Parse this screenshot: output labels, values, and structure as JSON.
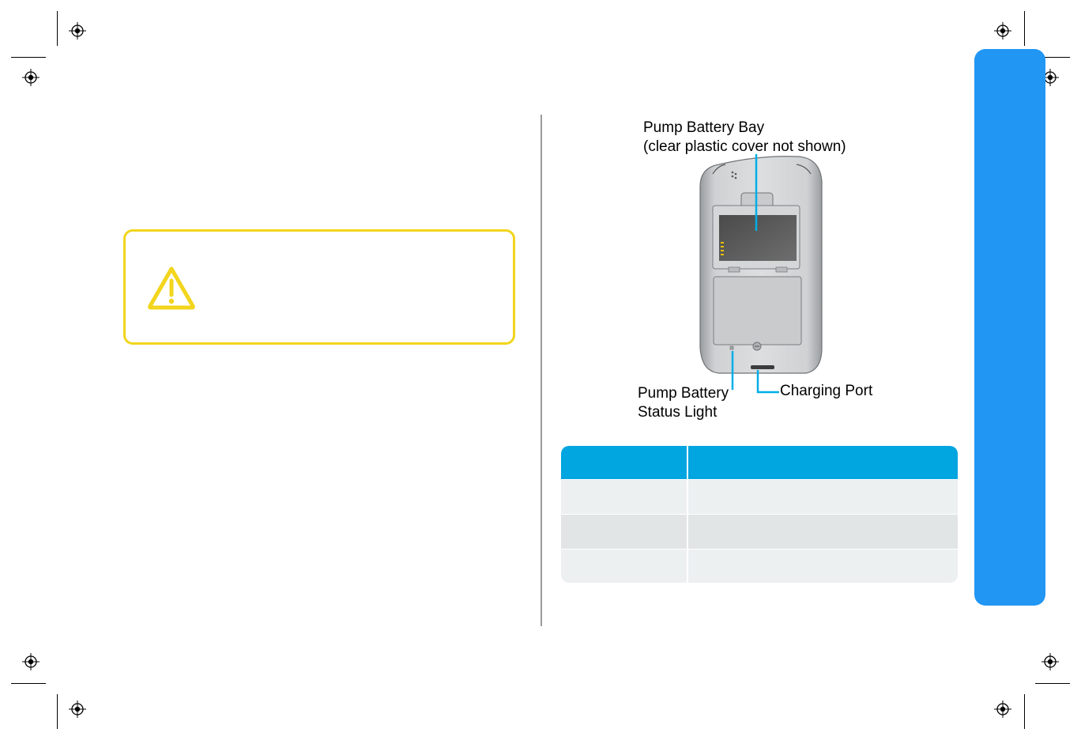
{
  "figure": {
    "label_battery_bay_line1": "Pump Battery Bay",
    "label_battery_bay_line2": "(clear plastic cover not shown)",
    "label_status_light_line1": "Pump Battery",
    "label_status_light_line2": "Status Light",
    "label_charging_port": "Charging Port"
  },
  "caution": {
    "icon": "warning-triangle-icon"
  },
  "status_table": {
    "header": [
      "",
      ""
    ],
    "rows": [
      [
        "",
        ""
      ],
      [
        "",
        ""
      ],
      [
        "",
        ""
      ]
    ]
  },
  "colors": {
    "caution_border": "#f2d51c",
    "table_header": "#01a5df",
    "side_tab": "#2196f3",
    "callout_line": "#00aee8"
  }
}
